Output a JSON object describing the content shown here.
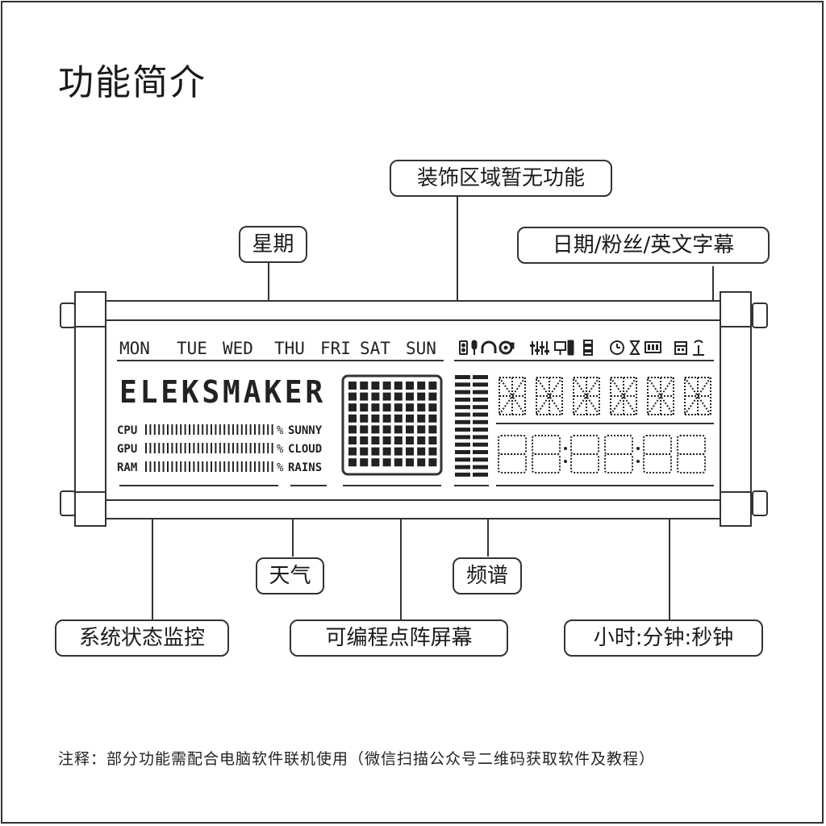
{
  "title": "功能简介",
  "callouts": {
    "weekday": "星期",
    "decor": "装饰区域暂无功能",
    "date_fans": "日期/粉丝/英文字幕",
    "weather": "天气",
    "spectrum": "频谱",
    "system_monitor": "系统状态监控",
    "dot_matrix": "可编程点阵屏幕",
    "clock": "小时:分钟:秒钟"
  },
  "display": {
    "weekdays": [
      "MON",
      "TUE",
      "WED",
      "THU",
      "FRI",
      "SAT",
      "SUN"
    ],
    "brand": "ELEKSMAKER",
    "monitor_rows": [
      {
        "label": "CPU",
        "weather": "SUNNY"
      },
      {
        "label": "GPU",
        "weather": "CLOUD"
      },
      {
        "label": "RAM",
        "weather": "RAINS"
      }
    ],
    "percent_sign": "%",
    "status_icons": [
      "speaker-icon",
      "microphone-icon",
      "headphones-icon",
      "disc-icon",
      "equalizer-icon",
      "monitor-icon",
      "tower-icon",
      "server-icon",
      "clock-icon",
      "hourglass-icon",
      "battery-icon",
      "calendar-icon",
      "antenna-icon"
    ]
  },
  "footnote": "注释：部分功能需配合电脑软件联机使用（微信扫描公众号二维码获取软件及教程）",
  "colors": {
    "ink": "#222222",
    "frame": "#333333",
    "background": "#ffffff"
  }
}
